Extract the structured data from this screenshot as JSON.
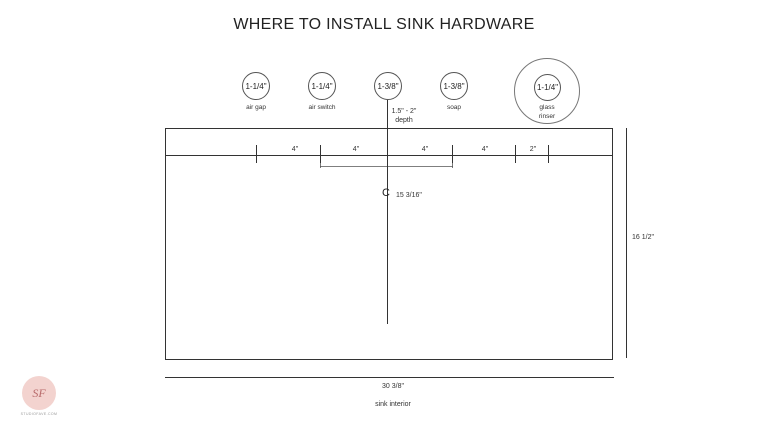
{
  "title": "WHERE TO INSTALL SINK HARDWARE",
  "holes": [
    {
      "size": "1-1/4\"",
      "label": "air gap"
    },
    {
      "size": "1-1/4\"",
      "label": "air switch"
    },
    {
      "size": "1-3/8\"",
      "label": ""
    },
    {
      "size": "1-3/8\"",
      "label": "soap"
    },
    {
      "size": "1-1/4\"",
      "label": "glass\nrinser"
    }
  ],
  "depth_label": "1.5\" - 2\"\ndepth",
  "spacings": [
    "4\"",
    "4\"",
    "4\"",
    "4\"",
    "2\""
  ],
  "center_mark": "C",
  "center_measure": "15 3/16\"",
  "height_label": "16 1/2\"",
  "width_label": "30 3/8\"",
  "caption": "sink interior",
  "logo": {
    "initials": "SF",
    "tagline": "STUDIOFAVE.COM"
  },
  "colors": {
    "line": "#333333",
    "logo_bg": "#f3d3cf",
    "logo_text": "#b86b6b"
  }
}
